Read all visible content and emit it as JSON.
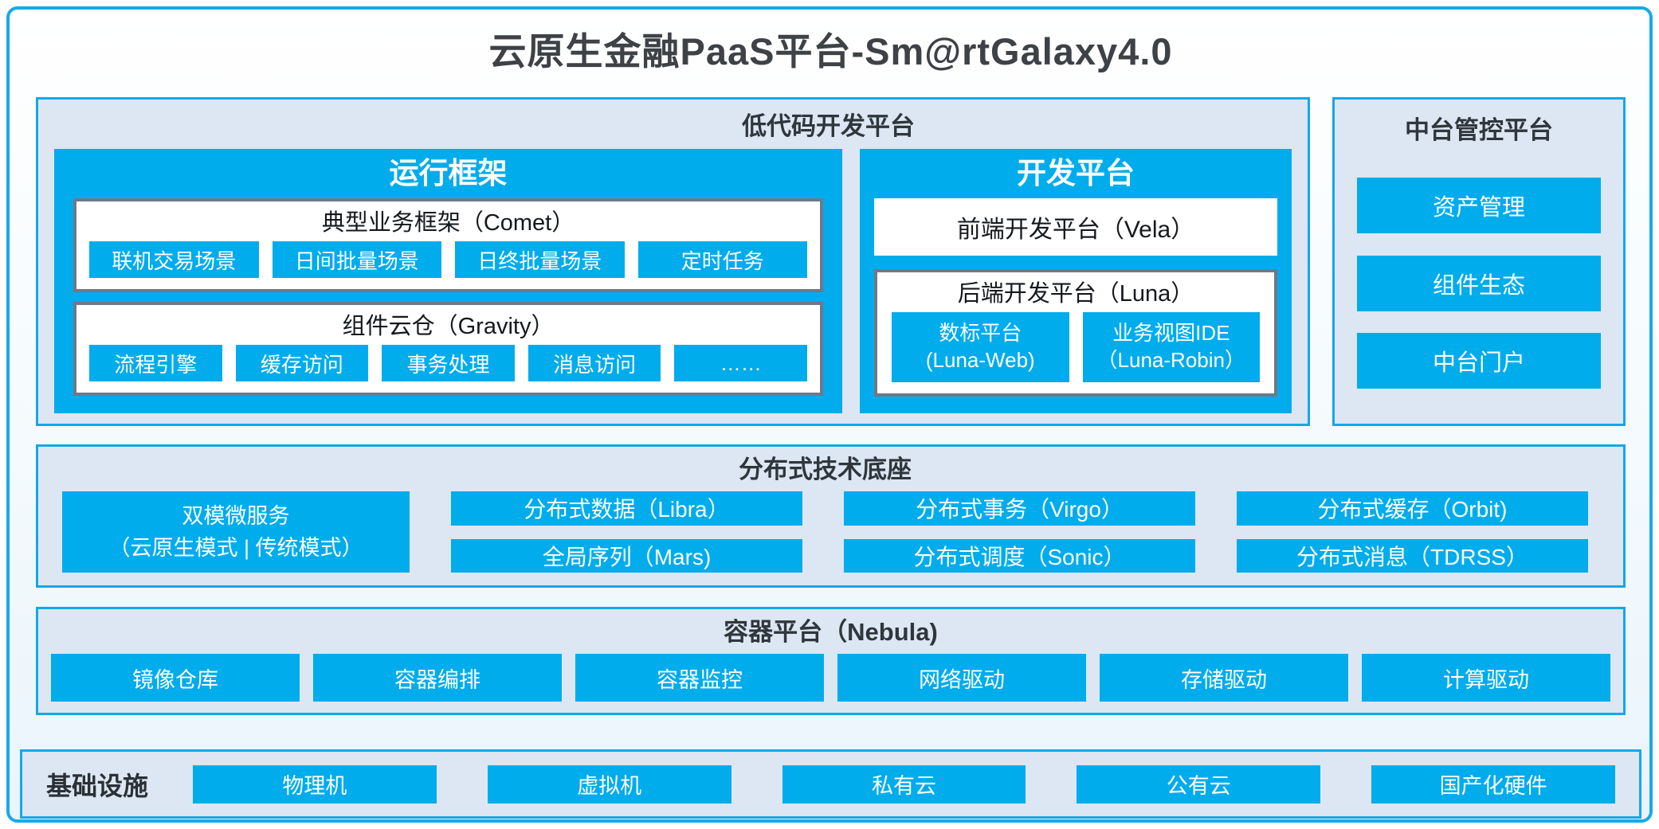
{
  "title": "云原生金融PaaS平台-Sm@rtGalaxy4.0",
  "colors": {
    "accent_blue": "#00acec",
    "panel_background": "#dce7f3",
    "panel_border": "#14a8e8",
    "frame_border": "#6d7987",
    "title_text": "#3e4247"
  },
  "low_code": {
    "title": "低代码开发平台",
    "runtime": {
      "title": "运行框架",
      "comet": {
        "title": "典型业务框架（Comet）",
        "items": [
          "联机交易场景",
          "日间批量场景",
          "日终批量场景",
          "定时任务"
        ]
      },
      "gravity": {
        "title": "组件云仓（Gravity）",
        "items": [
          "流程引擎",
          "缓存访问",
          "事务处理",
          "消息访问",
          "……"
        ]
      }
    },
    "dev": {
      "title": "开发平台",
      "vela": "前端开发平台（Vela）",
      "luna": {
        "title": "后端开发平台（Luna）",
        "items": [
          {
            "line1": "数标平台",
            "line2": "(Luna-Web)"
          },
          {
            "line1": "业务视图IDE",
            "line2": "（Luna-Robin）"
          }
        ]
      }
    }
  },
  "midplatform": {
    "title": "中台管控平台",
    "items": [
      "资产管理",
      "组件生态",
      "中台门户"
    ]
  },
  "distributed": {
    "title": "分布式技术底座",
    "dual_mode": {
      "line1": "双模微服务",
      "line2": "（云原生模式 | 传统模式）"
    },
    "row1": [
      "分布式数据（Libra）",
      "分布式事务（Virgo）",
      "分布式缓存（Orbit)"
    ],
    "row2": [
      "全局序列（Mars)",
      "分布式调度（Sonic）",
      "分布式消息（TDRSS）"
    ]
  },
  "container": {
    "title": "容器平台（Nebula)",
    "items": [
      "镜像仓库",
      "容器编排",
      "容器监控",
      "网络驱动",
      "存储驱动",
      "计算驱动"
    ]
  },
  "infrastructure": {
    "title": "基础设施",
    "items": [
      "物理机",
      "虚拟机",
      "私有云",
      "公有云",
      "国产化硬件"
    ]
  }
}
